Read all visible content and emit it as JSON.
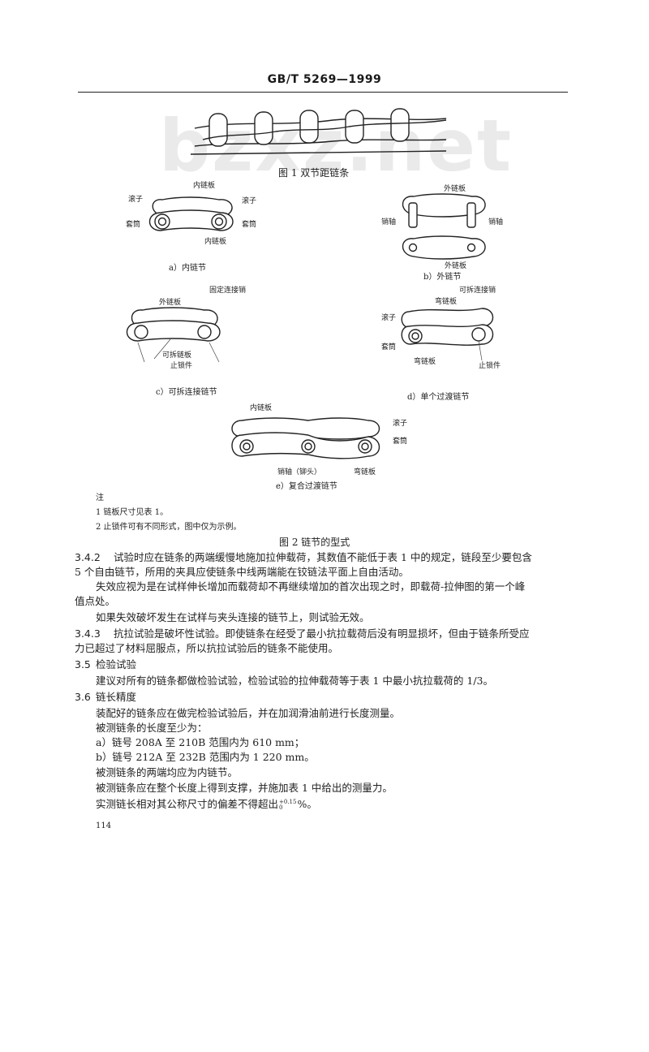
{
  "header": {
    "standard": "GB/T 5269—1999"
  },
  "watermark": "bzxz.net",
  "figure1": {
    "caption": "图 1   双节距链条"
  },
  "figure2": {
    "a": {
      "labels": {
        "inner_plate_top": "内链板",
        "roller_left": "滚子",
        "roller_right": "滚子",
        "bush_left": "套筒",
        "bush_right": "套筒",
        "inner_plate_bottom": "内链板"
      },
      "caption": "a）内链节"
    },
    "b": {
      "labels": {
        "outer_plate_top": "外链板",
        "pin_left": "销轴",
        "pin_right": "销轴",
        "outer_plate_bottom": "外链板"
      },
      "caption": "b）外链节"
    },
    "c": {
      "labels": {
        "outer_plate": "外链板",
        "fixed_pin": "固定连接销",
        "removable_plate": "可拆链板",
        "lock": "止锁件"
      },
      "caption": "c）可拆连接链节"
    },
    "d": {
      "labels": {
        "removable_pin": "可拆连接销",
        "bent_plate_top": "弯链板",
        "roller": "滚子",
        "bush": "套筒",
        "bent_plate_bottom": "弯链板",
        "lock": "止锁件"
      },
      "caption": "d）单个过渡链节"
    },
    "e": {
      "labels": {
        "inner_plate": "内链板",
        "roller": "滚子",
        "bush": "套筒",
        "pin_riveted": "销轴（铆头）",
        "bent_plate": "弯链板"
      },
      "caption": "e）复合过渡链节"
    },
    "notes": {
      "heading": "注",
      "items": [
        "1   链板尺寸见表 1。",
        "2   止锁件可有不同形式，图中仅为示例。"
      ]
    },
    "caption": "图 2   链节的型式"
  },
  "sections": {
    "s342": {
      "num": "3.4.2",
      "line1": "试验时应在链条的两端缓慢地施加拉伸载荷，其数值不能低于表 1 中的规定，链段至少要包含",
      "line2": "5 个自由链节，所用的夹具应使链条中线两端能在铰链法平面上自由活动。",
      "line3": "失效应视为是在试样伸长增加而载荷却不再继续增加的首次出现之时，即载荷-拉伸图的第一个峰",
      "line4": "值点处。",
      "line5": "如果失效破坏发生在试样与夹头连接的链节上，则试验无效。"
    },
    "s343": {
      "num": "3.4.3",
      "line1": "抗拉试验是破坏性试验。即使链条在经受了最小抗拉载荷后没有明显损坏，但由于链条所受应",
      "line2": "力已超过了材料屈服点，所以抗拉试验后的链条不能使用。"
    },
    "s35": {
      "num": "3.5",
      "title": "检验试验",
      "line1": "建议对所有的链条都做检验试验，检验试验的拉伸载荷等于表 1 中最小抗拉载荷的 1/3。"
    },
    "s36": {
      "num": "3.6",
      "title": "链长精度",
      "line1": "装配好的链条应在做完检验试验后，并在加润滑油前进行长度测量。",
      "line2": "被测链条的长度至少为：",
      "line3": "a）链号 208A 至 210B 范围内为 610 mm；",
      "line4": "b）链号 212A 至 232B 范围内为 1 220 mm。",
      "line5": "被测链条的两端均应为内链节。",
      "line6": "被测链条应在整个长度上得到支撑，并施加表 1 中给出的测量力。",
      "line7_pre": "实测链长相对其公称尺寸的偏差不得超出",
      "tol_upper": "+0.15",
      "tol_lower": "0",
      "line7_post": "%。"
    }
  },
  "page_number": "114"
}
